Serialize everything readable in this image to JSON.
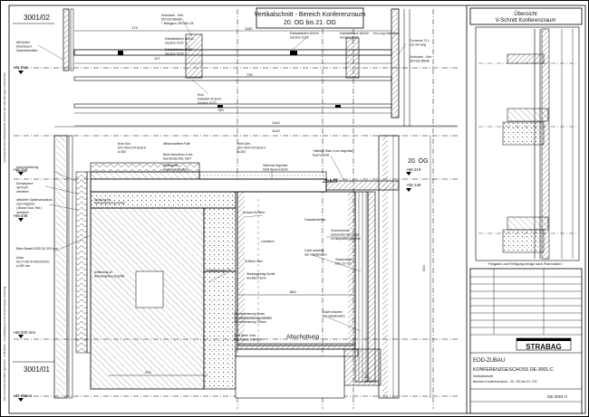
{
  "sheet": {
    "grid_top_left": "3001/02",
    "grid_bottom_left": "3001/01",
    "left_margin_note": "Leitungsmittel der Gebäudeachse müssen den Anforderungen entsprechen",
    "left_margin_note2": "Plan ist urheberrechtlich geschützt - STRABAG - Vervielfältigung ohne Genehmigung untersagt"
  },
  "title_box": {
    "line1": "Vertikalschnitt - Bereich Konferenzraum",
    "line2": "20. OG bis 21. OG"
  },
  "overview_box": {
    "line1": "Übersicht",
    "line2": "V-Schnitt Konferenzraum",
    "release_note": "Freigabe und Fertigung erfolgt nach Planmaßen !"
  },
  "levels": [
    {
      "label": "+71.813"
    },
    {
      "label": "+69.219"
    },
    {
      "label": "+68.149"
    },
    {
      "label": "+69.039"
    },
    {
      "label": "+68.020 mm"
    },
    {
      "label": "+47.950 m"
    },
    {
      "label": "20. OG"
    }
  ],
  "annotations": {
    "sechskant_top": "Sechskant - Schr.\nDIN 933 M8x60\n+ Beilagsch. M8 DIN 125",
    "edelstahl1": "Edelstahlblech 100x10\nGeschw. K220",
    "edelstahl2": "Edelstahlblech 60x10\nGeschw. K220",
    "edelstahl3": "Edelstahlblech 300x10\nGeschw. K220",
    "edelstahl4": "Edelstahlblech 300x20\nGeschw. K220",
    "kin_long": "Kin Long Glashalter",
    "connector": "Connector 21.1,\n110 mm lang",
    "sechskant_right": "Sechskant - Schr.\nDIN 933 M8x60",
    "still_dichter": "still dichter\nAnschluss lt.\nSystemhersteller",
    "rohr": "Rohr\nEdelstahl 40.3x4.0\nGeschw. K220",
    "bohr1": "Bohr.Schr.\nDIN 7504 ST4.8x19-K\na=350",
    "diffusion": "diffusionsoffene Folie",
    "blech_alu": "Blech Aluminium 3 mm\nbeschichtet RAL 9007",
    "winkelprofil": "Winkelprofil\nAluminium 80x30x4",
    "bohr2": "Bohr.Schr.\nDIN 7504 ST4.8x19-K\na=250",
    "gitterrost": "Gitterrost begehbar\nStahl Feuerverzinkt",
    "trittblech": "Trittblech Stahl 4 mm begehbar\nfeuerverzinkt",
    "zuluft": "Zuluft",
    "innenverkleidung": "Innenverkleidung\nbauseits",
    "dampfsperre": "Dampfsperre\nmit Profil\nverkleben",
    "luftdicht": "luftdichter Systemanschluss\nnach Angaben\n( Blower Door Test )\nverkleben",
    "schwert": "Schwert St-Blech",
    "fassade": "Fassadenfenster",
    "lochblech": "Lochblech",
    "sonnenschutz": "Sonnenschutz\nsenkrechte Nirs-Stäbe\nin Glasprofilen gleitend",
    "zuluft_zwischen": "Zuluft zwischen\nden Glaslamellen",
    "glaslamellen": "Glaslamellen\nESG 10 mm",
    "blech_bauteil": "Blech Bauteil S235 (S) 35 5 mm",
    "anker": "Anker\nHILTI HST-R M10x100/20\na=250 mm",
    "bruestung": "Brüstung mit ...\nWärmedämmung 50mm",
    "anbindung": "Anbindung an\nWärmedämmung 80/50",
    "entwaesserung": "Entwässerung LED",
    "st_blech": "St-Blech 3mm",
    "wartung": "Wartungsbelag Schritt\nAlu-Blech 3mm",
    "waermedaemm1": "Wärmedämmung 50mm\nmit Vlieskaschierung schwarz\nWärmedämmung 120mm",
    "abschottung": "Abschottung",
    "stahl_blech": "Stahl-Blech 3mm\nBeschichtet. RAL 9007",
    "zuluft2": "Zuluft zwischen\nden Glaslamellen",
    "dc_verkl": "DC -\nVerkleidung"
  },
  "dimensions": {
    "d175": "175",
    "d127": "127",
    "d1152": "1152",
    "d730": "730",
    "d780": "780",
    "d1140": "1140",
    "d1143": "1143",
    "d860": "860",
    "d200": "200",
    "d510": "510"
  },
  "titleblock": {
    "company": "STRABAG",
    "project": "EOD-ZUBAU",
    "subtitle": "KONFERENZGESCHOSS DE-3001-C",
    "desc1": "Vertikalschnitt",
    "desc2": "Bereich Konferenzraum - 20. OG bis 21. OG",
    "drawing_no": "DE-3001-0"
  }
}
